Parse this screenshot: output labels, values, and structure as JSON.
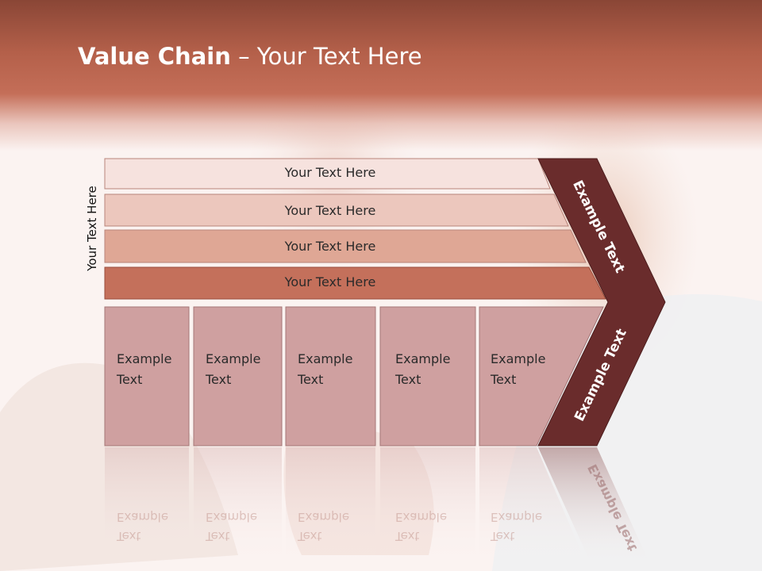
{
  "slide": {
    "title_bold": "Value Chain",
    "title_rest": " – Your Text Here",
    "vertical_label": "Your Text Here"
  },
  "rows": [
    {
      "label": "Your Text Here"
    },
    {
      "label": "Your Text Here"
    },
    {
      "label": "Your Text Here"
    },
    {
      "label": "Your Text Here"
    }
  ],
  "boxes": [
    {
      "line1": "Example",
      "line2": "Text"
    },
    {
      "line1": "Example",
      "line2": "Text"
    },
    {
      "line1": "Example",
      "line2": "Text"
    },
    {
      "line1": "Example",
      "line2": "Text"
    },
    {
      "line1": "Example",
      "line2": "Text"
    }
  ],
  "chevron": {
    "upper_label": "Example Text",
    "lower_label": "Example Text"
  },
  "colors": {
    "header": "#b4604a",
    "row1": "#f6e2de",
    "row2": "#ecc7bd",
    "row3": "#dfa795",
    "row4": "#c4705b",
    "boxes": "#cfa0a0",
    "chevron": "#6a2c2c"
  }
}
